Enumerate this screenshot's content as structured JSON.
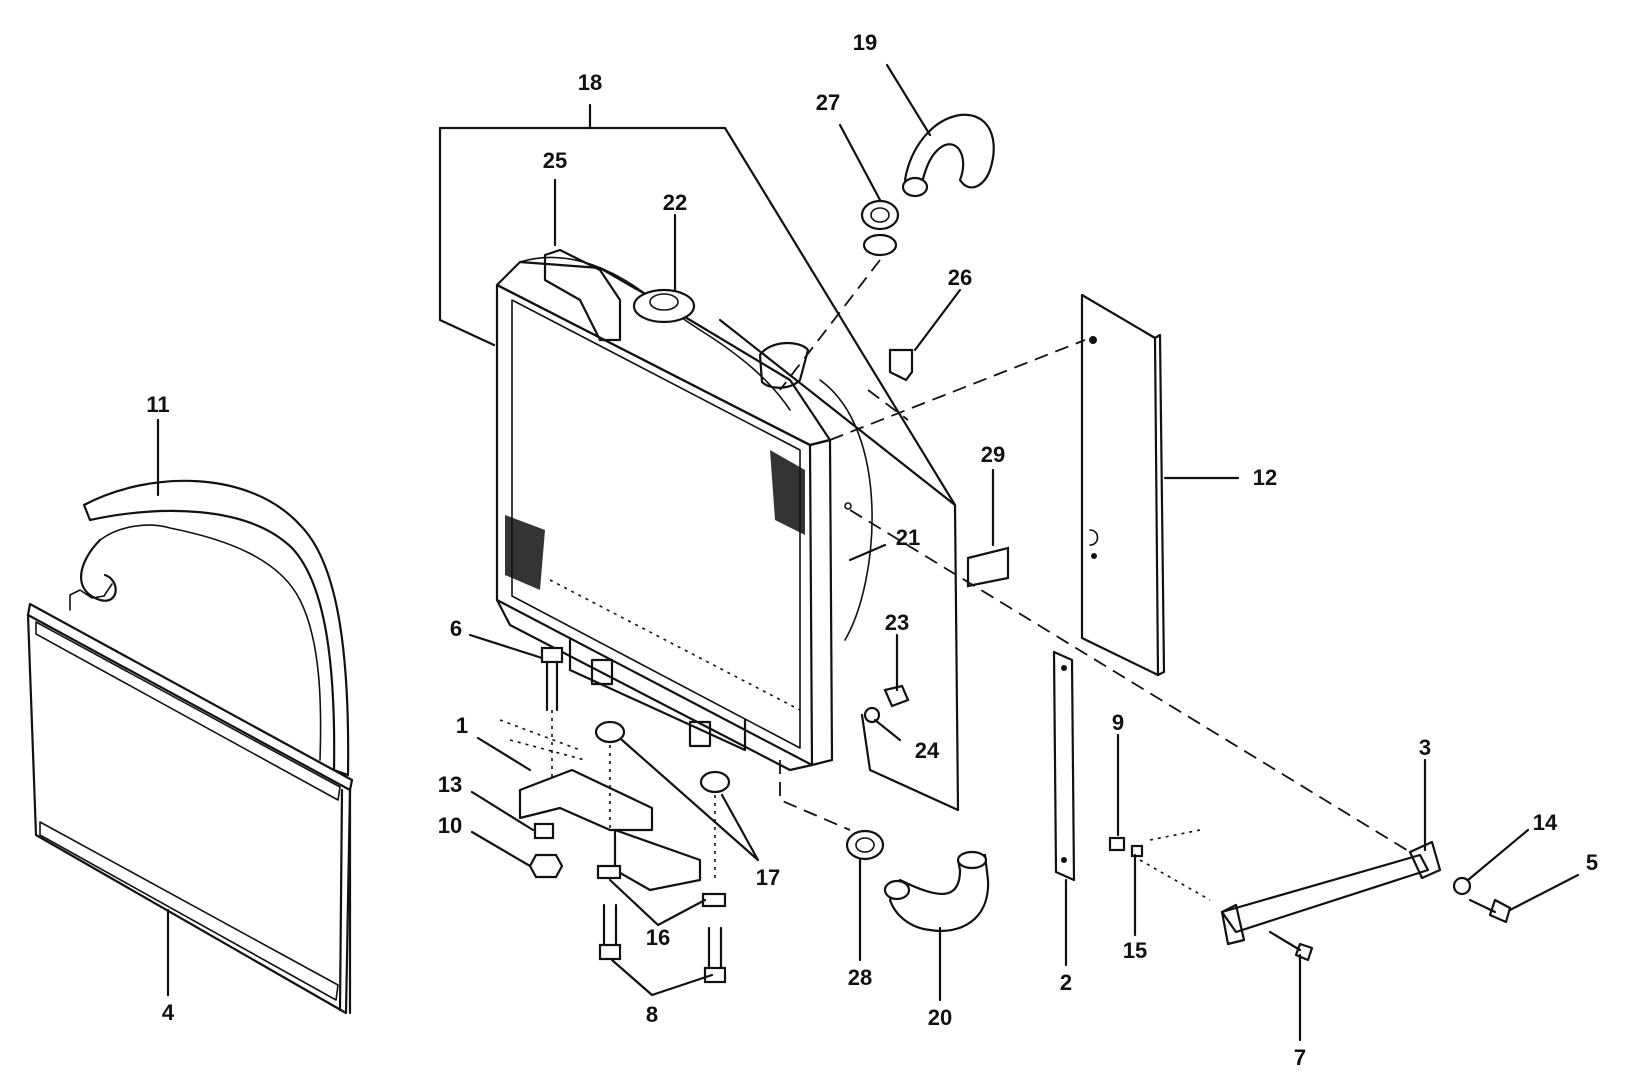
{
  "callouts": [
    {
      "id": "c1",
      "label": "1"
    },
    {
      "id": "c2",
      "label": "2"
    },
    {
      "id": "c3",
      "label": "3"
    },
    {
      "id": "c4",
      "label": "4"
    },
    {
      "id": "c5",
      "label": "5"
    },
    {
      "id": "c6",
      "label": "6"
    },
    {
      "id": "c7",
      "label": "7"
    },
    {
      "id": "c8",
      "label": "8"
    },
    {
      "id": "c9",
      "label": "9"
    },
    {
      "id": "c10",
      "label": "10"
    },
    {
      "id": "c11",
      "label": "11"
    },
    {
      "id": "c12",
      "label": "12"
    },
    {
      "id": "c13",
      "label": "13"
    },
    {
      "id": "c14",
      "label": "14"
    },
    {
      "id": "c15",
      "label": "15"
    },
    {
      "id": "c16",
      "label": "16"
    },
    {
      "id": "c17",
      "label": "17"
    },
    {
      "id": "c18",
      "label": "18"
    },
    {
      "id": "c19",
      "label": "19"
    },
    {
      "id": "c20",
      "label": "20"
    },
    {
      "id": "c21",
      "label": "21"
    },
    {
      "id": "c22",
      "label": "22"
    },
    {
      "id": "c23",
      "label": "23"
    },
    {
      "id": "c24",
      "label": "24"
    },
    {
      "id": "c25",
      "label": "25"
    },
    {
      "id": "c26",
      "label": "26"
    },
    {
      "id": "c27",
      "label": "27"
    },
    {
      "id": "c28",
      "label": "28"
    },
    {
      "id": "c29",
      "label": "29"
    }
  ],
  "colors": {
    "ink": "#111111",
    "paper": "#ffffff"
  }
}
